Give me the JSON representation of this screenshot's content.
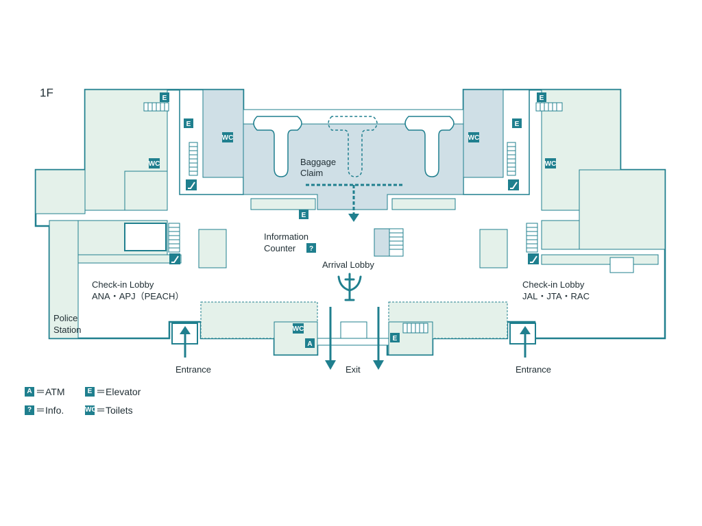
{
  "floor": "1F",
  "labels": {
    "baggage_claim_1": "Baggage",
    "baggage_claim_2": "Claim",
    "info_1": "Information",
    "info_2": "Counter",
    "arrival_lobby": "Arrival Lobby",
    "checkin_left_1": "Check-in Lobby",
    "checkin_left_2": "ANA・APJ（PEACH）",
    "checkin_right_1": "Check-in Lobby",
    "checkin_right_2": "JAL・JTA・RAC",
    "police_1": "Police",
    "police_2": "Station",
    "entrance_left": "Entrance",
    "exit": "Exit",
    "entrance_right": "Entrance"
  },
  "badges": {
    "atm": "A",
    "elevator": "E",
    "info": "?",
    "toilets": "WC"
  },
  "legend": [
    {
      "badge": "A",
      "text": "＝ATM"
    },
    {
      "badge": "E",
      "text": "＝Elevator"
    },
    {
      "badge": "?",
      "text": "＝Info."
    },
    {
      "badge": "WC",
      "text": "＝Toilets"
    }
  ],
  "colors": {
    "wall": "#1f7f8e",
    "room_fill": "#e4f1ea",
    "baggage_fill": "#cfdfe6",
    "badge": "#1f7f8e",
    "text": "#1f2d33"
  }
}
